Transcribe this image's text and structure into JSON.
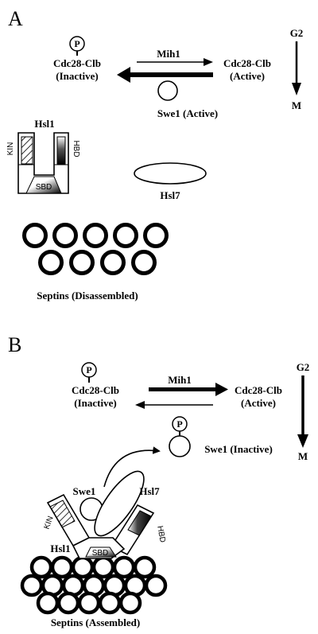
{
  "panel_a": {
    "letter": "A",
    "p_marker": "P",
    "cdc_inactive": "Cdc28-Clb",
    "cdc_inactive_state": "(Inactive)",
    "mih1": "Mih1",
    "cdc_active": "Cdc28-Clb",
    "cdc_active_state": "(Active)",
    "swe1": "Swe1 (Active)",
    "g2": "G2",
    "m": "M",
    "hsl1": "Hsl1",
    "kin": "KIN",
    "hbd": "HBD",
    "sbd": "SBD",
    "hsl7": "Hsl7",
    "septins": "Septins (Disassembled)"
  },
  "panel_b": {
    "letter": "B",
    "p_marker_cdc": "P",
    "cdc_inactive": "Cdc28-Clb",
    "cdc_inactive_state": "(Inactive)",
    "mih1": "Mih1",
    "cdc_active": "Cdc28-Clb",
    "cdc_active_state": "(Active)",
    "g2": "G2",
    "m": "M",
    "p_marker_swe1": "P",
    "swe1_inactive": "Swe1 (Inactive)",
    "swe1": "Swe1",
    "hsl7": "Hsl7",
    "kin": "KIN",
    "hbd": "HBD",
    "sbd": "SBD",
    "hsl1": "Hsl1",
    "septins": "Septins (Assembled)"
  }
}
